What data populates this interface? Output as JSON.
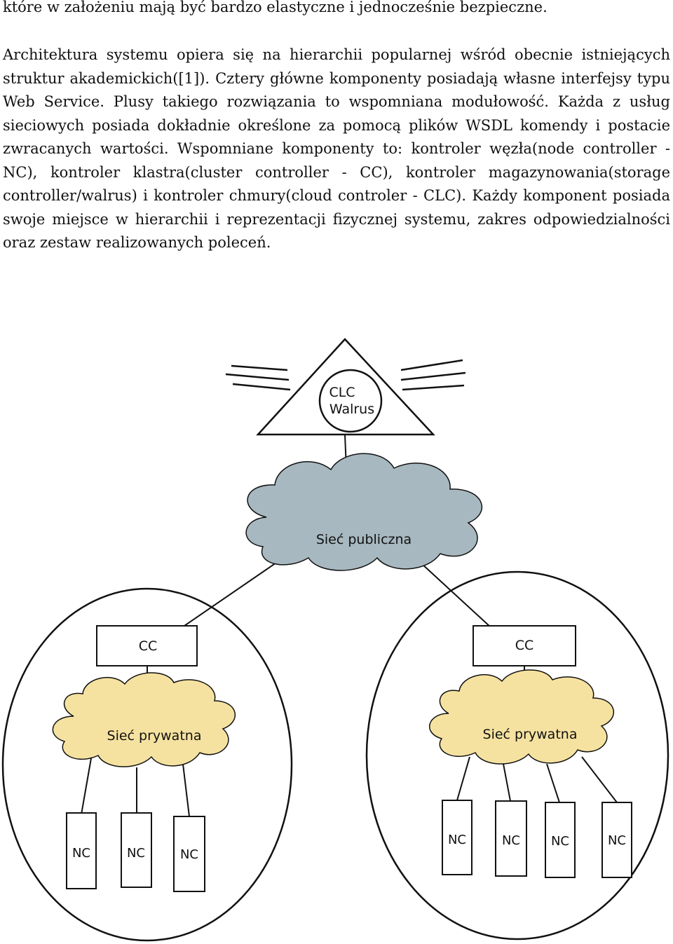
{
  "text": {
    "para1": "które w założeniu mają być bardzo elastyczne i jednocześnie bezpieczne.",
    "para2": "Architektura systemu opiera się na hierarchii popularnej wśród obecnie istniejących struktur akademickich([1]). Cztery główne komponenty posiadają własne interfejsy typu Web Service. Plusy takiego rozwiązania to wspomniana modułowość. Każda z usług sieciowych posiada dokładnie określone za pomocą plików WSDL komendy i postacie zwracanych wartości. Wspomniane komponenty to: kontroler węzła(node controller - NC), kontroler klastra(cluster controller - CC), kontroler magazynowania(storage controller/walrus) i kontroler chmury(cloud controler - CLC). Każdy komponent posiada swoje miejsce w hierarchii i reprezentacji fizycznej systemu, zakres odpowiedzialności oraz zestaw realizowanych poleceń."
  },
  "diagram": {
    "top_node": {
      "line1": "CLC",
      "line2": "Walrus"
    },
    "public_network": "Sieć publiczna",
    "clusters": [
      {
        "cc_label": "CC",
        "network_label": "Sieć prywatna",
        "nodes": [
          "NC",
          "NC",
          "NC"
        ]
      },
      {
        "cc_label": "CC",
        "network_label": "Sieć prywatna",
        "nodes": [
          "NC",
          "NC",
          "NC",
          "NC"
        ]
      }
    ],
    "colors": {
      "public_cloud_fill": "#a7b8c0",
      "private_cloud_fill": "#f6e2a0",
      "stroke": "#111111"
    }
  }
}
